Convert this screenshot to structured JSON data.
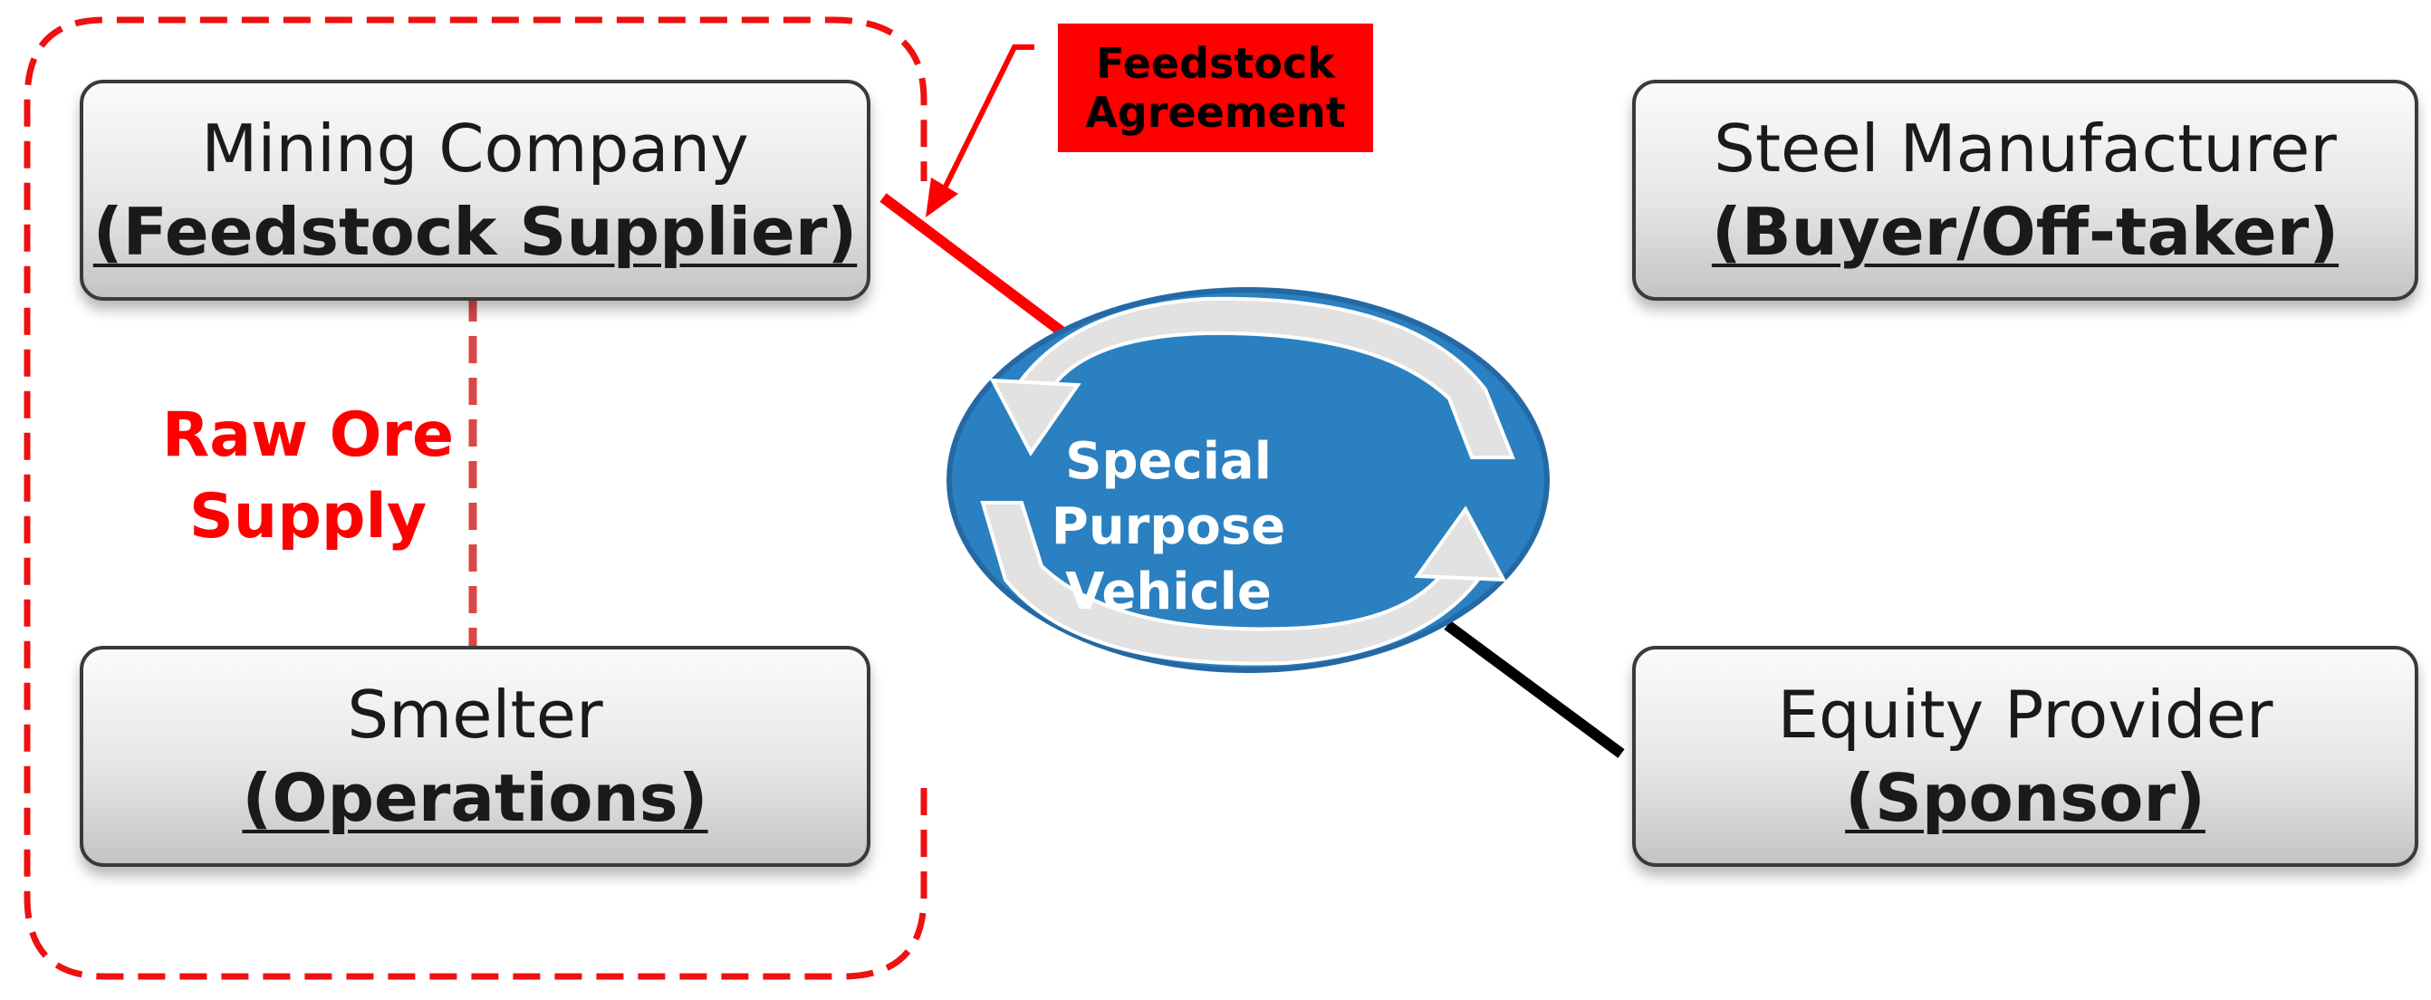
{
  "boxes": {
    "mining": {
      "title": "Mining Company",
      "role": "(Feedstock Supplier)"
    },
    "smelter": {
      "title": "Smelter",
      "role": "(Operations)"
    },
    "steel": {
      "title": "Steel Manufacturer",
      "role": "(Buyer/Off-taker)"
    },
    "equity": {
      "title": "Equity Provider",
      "role": "(Sponsor)"
    }
  },
  "spv": {
    "line1": "Special Purpose",
    "line2": "Vehicle"
  },
  "feedstock_agreement": {
    "line1": "Feedstock",
    "line2": "Agreement"
  },
  "raw_ore_supply": {
    "line1": "Raw Ore",
    "line2": "Supply"
  },
  "colors": {
    "accent_red": "#ff0000",
    "dashed_red": "#e84040",
    "spv_blue": "#2a80c0",
    "box_border": "#3a3a3a"
  }
}
